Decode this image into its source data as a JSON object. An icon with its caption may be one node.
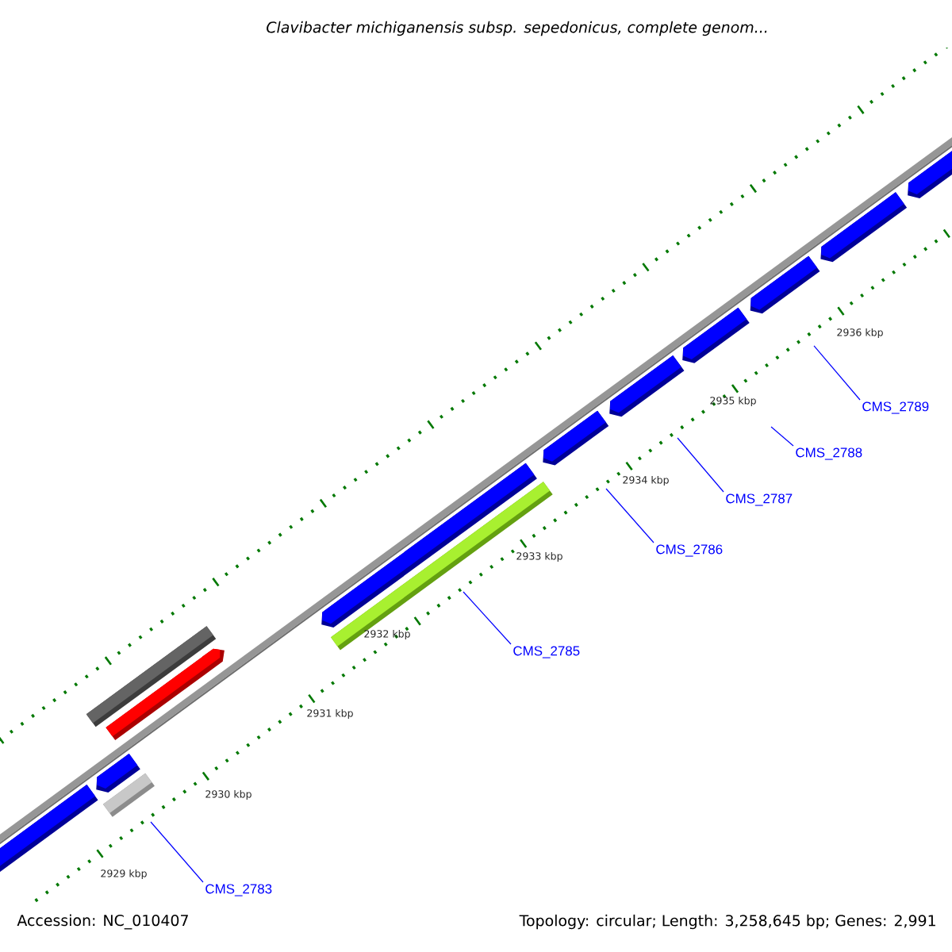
{
  "diagram": {
    "title": "Clavibacter michiganensis subsp. sepedonicus, complete genom...",
    "nodes": [
      {
        "text": [
          "CMS_2783"
        ]
      },
      {
        "text": [
          "CMS_2785"
        ]
      },
      {
        "text": [
          "CMS_2786"
        ]
      },
      {
        "text": [
          "CMS_2787"
        ]
      },
      {
        "text": [
          "CMS_2788"
        ]
      },
      {
        "text": [
          "CMS_2789"
        ]
      }
    ],
    "edges": [
      {
        "from": 0,
        "to": null,
        "arrow": "none"
      },
      {
        "from": 1,
        "to": null,
        "arrow": "none"
      },
      {
        "from": 2,
        "to": null,
        "arrow": "none"
      },
      {
        "from": 3,
        "to": null,
        "arrow": "none"
      },
      {
        "from": 4,
        "to": null,
        "arrow": "none"
      },
      {
        "from": 5,
        "to": null,
        "arrow": "none"
      }
    ],
    "labels": [
      "2936 kbp",
      "2935 kbp",
      "2934 kbp",
      "2933 kbp",
      "2932 kbp",
      "2931 kbp",
      "2930 kbp",
      "2929 kbp",
      "Accession: NC_010407",
      "Topology: circular; Length: 3,258,645 bp; Genes: 2,991"
    ]
  }
}
